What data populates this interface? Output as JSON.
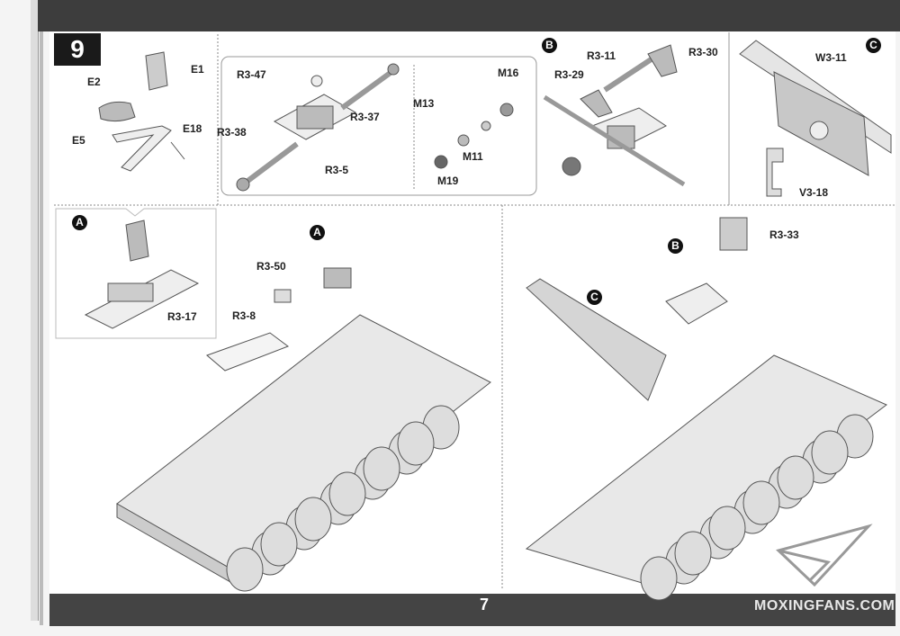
{
  "step": {
    "number": "9"
  },
  "seat_panel": {
    "labels": [
      "E1",
      "E2",
      "E5",
      "E18"
    ]
  },
  "transmission_panel": {
    "labels": [
      "R3-47",
      "R3-38",
      "R3-37",
      "R3-5"
    ]
  },
  "wheel_panel": {
    "labels": [
      "M16",
      "M13",
      "M11",
      "M19"
    ]
  },
  "sub_b": {
    "marker": "B",
    "labels": [
      "R3-11",
      "R3-30",
      "R3-29"
    ]
  },
  "sub_c": {
    "marker": "C",
    "labels": [
      "W3-11",
      "V3-18"
    ]
  },
  "sub_a": {
    "marker": "A",
    "labels": [
      "R3-17"
    ]
  },
  "main_left": {
    "marker": "A",
    "labels": [
      "R3-50",
      "R3-8"
    ]
  },
  "main_right": {
    "marker_b": "B",
    "marker_c": "C",
    "labels": [
      "R3-33"
    ]
  },
  "footer": {
    "page_number": "7",
    "watermark": "MOXINGFANS.COM"
  }
}
